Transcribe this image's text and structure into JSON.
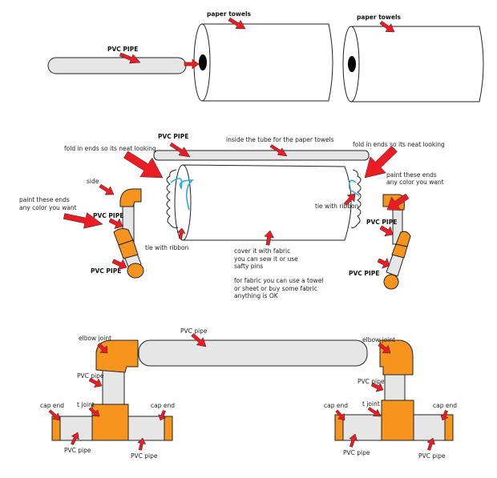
{
  "colors": {
    "pipe": "#e6e6e6",
    "joint": "#f7941d",
    "arrow": "#ed1c24",
    "ribbon": "#29abe2"
  },
  "top": {
    "paper_towels_1": "paper towels",
    "paper_towels_2": "paper towels",
    "pvc_pipe": "PVC PIPE"
  },
  "middle": {
    "pvc_pipe_top": "PVC PIPE",
    "inside_tube": "inside the tube for the paper towels",
    "fold_left": "fold in ends so its neat looking",
    "fold_right": "fold in ends so its neat looking",
    "side": "side",
    "paint_left": [
      "paint these ends",
      "any color you want"
    ],
    "paint_right": [
      "paint these ends",
      "any color you want"
    ],
    "pvc_left_1": "PVC PIPE",
    "pvc_left_2": "PVC PIPE",
    "pvc_right_1": "PVC PIPE",
    "pvc_right_2": "PVC PIPE",
    "ribbon_left": "tie with ribbon",
    "ribbon_right": "tie with ribbon",
    "cover": [
      "cover it with fabric",
      "you can sew it or use",
      "safty pins"
    ],
    "fabric": [
      "for fabric you can use a towel",
      "or sheet or buy some fabric",
      "anything is OK"
    ]
  },
  "bottom": {
    "pvc_pipe_top": "PVC pipe",
    "left": {
      "elbow": "elbow joint",
      "pvc_vertical": "PVC pipe",
      "t_joint": "t joint",
      "cap_left": "cap end",
      "cap_right": "cap end",
      "pvc_bottom_left": "PVC pipe",
      "pvc_bottom_right": "PVC pipe"
    },
    "right": {
      "elbow": "elbow joint",
      "pvc_vertical": "PVC pipe",
      "t_joint": "t joint",
      "cap_left": "cap end",
      "cap_right": "cap end",
      "pvc_bottom_left": "PVC pipe",
      "pvc_bottom_right": "PVC pipe"
    }
  }
}
